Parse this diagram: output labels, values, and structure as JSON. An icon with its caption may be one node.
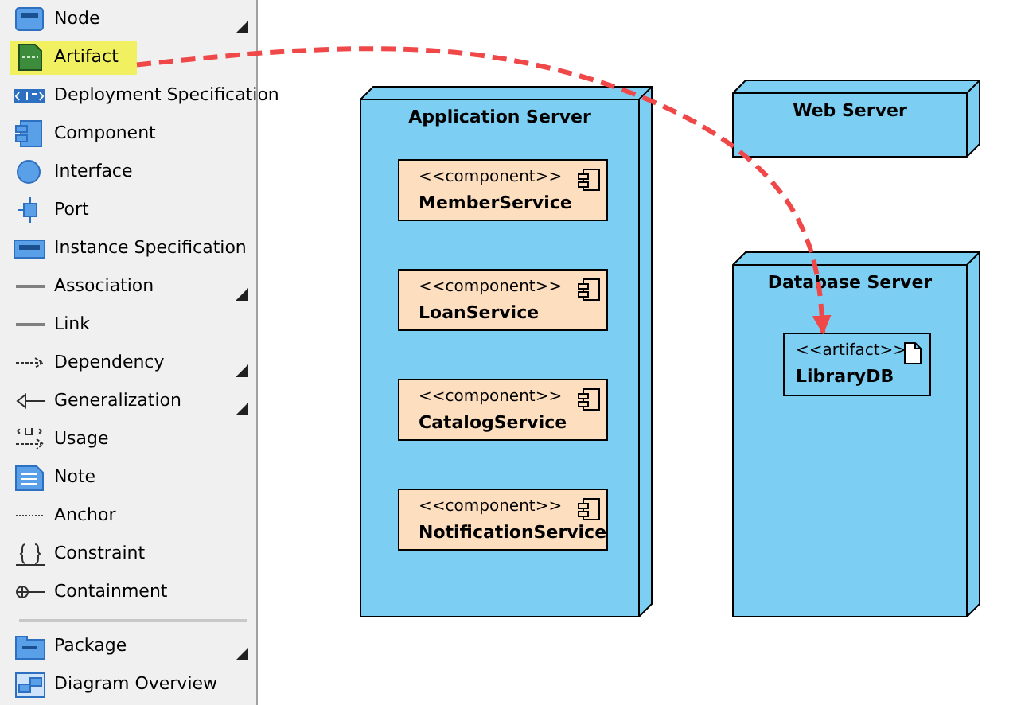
{
  "diagram": {
    "nodes": [
      {
        "text": [
          "Artifact"
        ]
      },
      {
        "text": [
          "Application Server"
        ]
      },
      {
        "text": [
          "<<component>>",
          "MemberService"
        ],
        "in": 1
      },
      {
        "text": [
          "<<component>>",
          "LoanService"
        ],
        "in": 1
      },
      {
        "text": [
          "<<component>>",
          "CatalogService"
        ],
        "in": 1
      },
      {
        "text": [
          "<<component>>",
          "NotificationService"
        ],
        "in": 1
      },
      {
        "text": [
          "Web Server"
        ]
      },
      {
        "text": [
          "Database Server"
        ]
      },
      {
        "text": [
          "<<artifact>>",
          "LibraryDB"
        ],
        "in": 7
      }
    ],
    "edges": [
      {
        "from": 0,
        "to": 8,
        "arrow": "to",
        "style": "dashed",
        "color": "#f04848"
      }
    ],
    "labels": [
      "Node",
      "Deployment Specification",
      "Component",
      "Interface",
      "Port",
      "Instance Specification",
      "Association",
      "Link",
      "Dependency",
      "Generalization",
      "Usage",
      "Note",
      "Anchor",
      "Constraint",
      "Containment",
      "Package",
      "Diagram Overview"
    ]
  }
}
